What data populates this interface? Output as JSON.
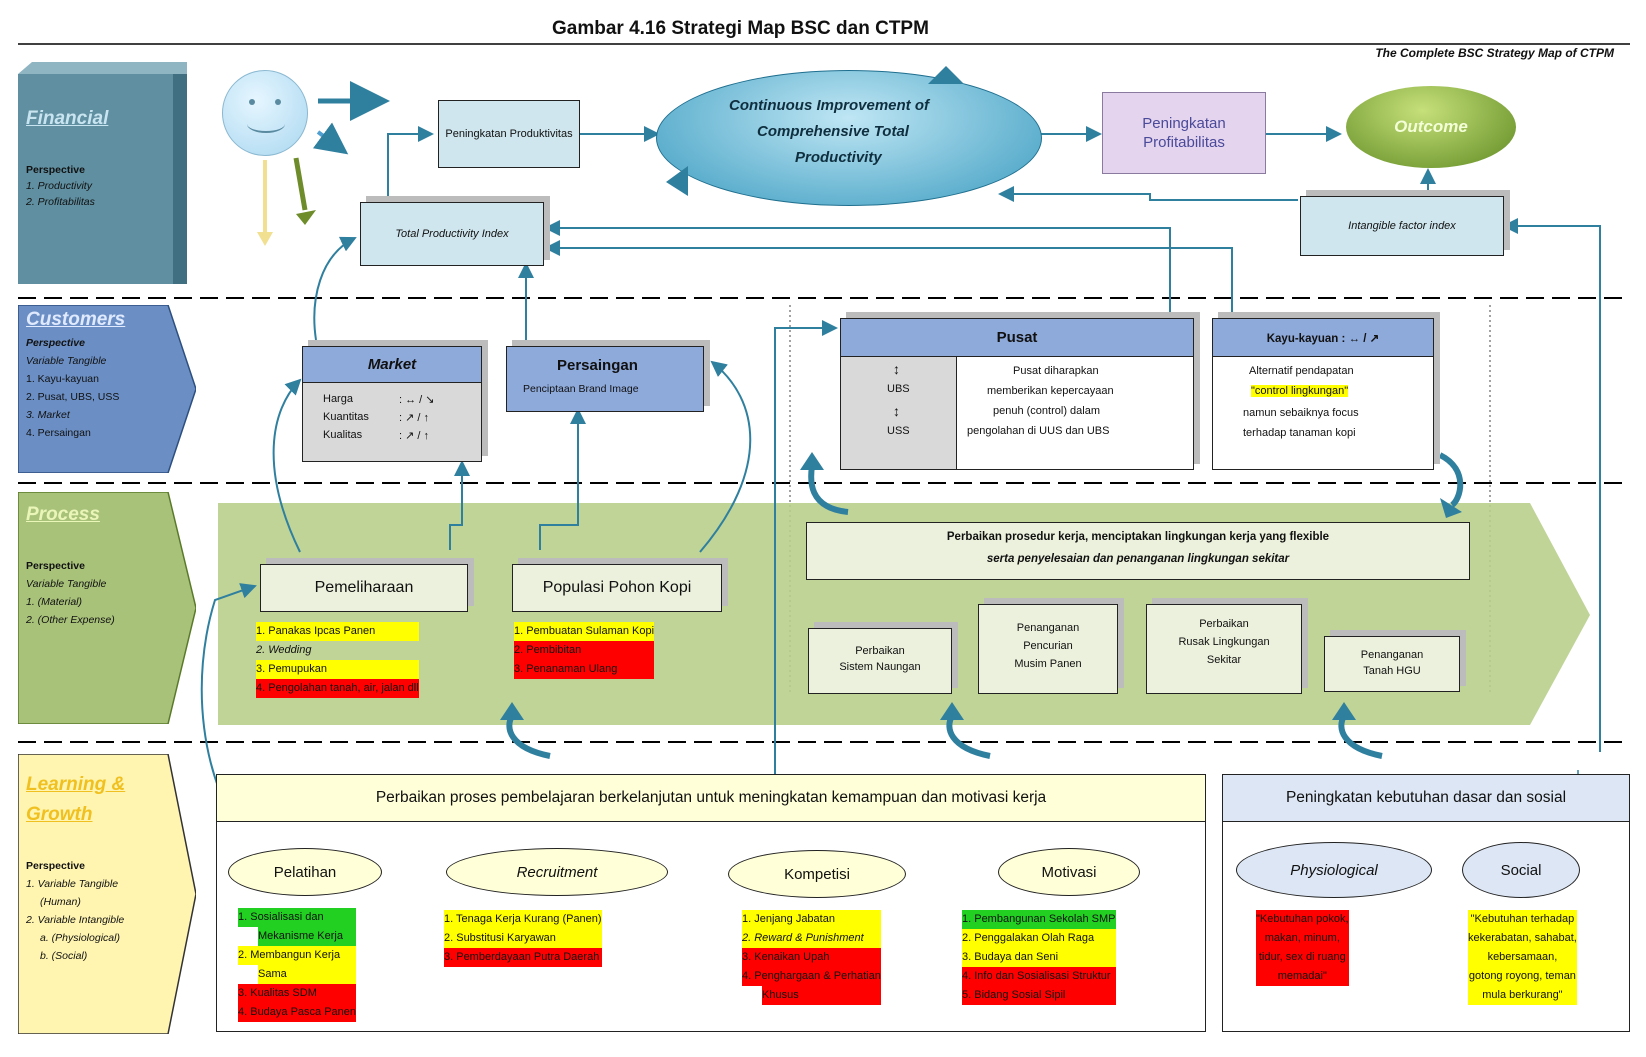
{
  "title": "Gambar 4.16 Strategi Map BSC dan CTPM",
  "subtitle": "The Complete BSC Strategy Map of CTPM",
  "colors": {
    "financial": "#5f8fa0",
    "customers": "#6b8fc4",
    "process": "#a8c27a",
    "learning": "#fff5b0",
    "box_blue": "#cfe6ee",
    "header_blue": "#8eaadb"
  },
  "perspectives": {
    "financial": {
      "heading": "Financial",
      "label": "Perspective",
      "items": [
        "1. Productivity",
        "2. Profitabilitas"
      ]
    },
    "customers": {
      "heading": "Customers",
      "label": "Perspective",
      "sub": "Variable Tangible",
      "items": [
        "1. Kayu-kayuan",
        "2. Pusat, UBS, USS",
        "3. Market",
        "4. Persaingan"
      ]
    },
    "process": {
      "heading": "Process",
      "label": "Perspective",
      "sub": "Variable Tangible",
      "items": [
        "1. (Material)",
        "2. (Other Expense)"
      ]
    },
    "learning": {
      "heading_1": "Learning &",
      "heading_2": "Growth",
      "label": "Perspective",
      "items": [
        "1. Variable Tangible",
        "(Human)",
        "2. Variable Intangible",
        "a. (Physiological)",
        "b. (Social)"
      ]
    }
  },
  "financial": {
    "produktivitas": "Peningkatan Produktivitas",
    "ctp": [
      "Continuous Improvement of",
      "Comprehensive Total",
      "Productivity"
    ],
    "profitabilitas": "Peningkatan Profitabilitas",
    "outcome": "Outcome",
    "tpi": "Total Productivity Index",
    "intangible": "Intangible factor index"
  },
  "customers": {
    "market": {
      "title": "Market",
      "rows": [
        [
          "Harga",
          ": ↔ / ↘"
        ],
        [
          "Kuantitas",
          ": ↗ / ↑"
        ],
        [
          "Kualitas",
          ": ↗ / ↑"
        ]
      ]
    },
    "persaingan": {
      "title": "Persaingan",
      "sub": "Penciptaan Brand Image"
    },
    "pusat": {
      "title": "Pusat",
      "left": [
        "↕",
        "UBS",
        "↕",
        "USS"
      ],
      "text": [
        "Pusat diharapkan",
        "memberikan kepercayaan",
        "penuh (control) dalam",
        "pengolahan di UUS dan UBS"
      ]
    },
    "kayu": {
      "title": "Kayu-kayuan : ↔ / ↗",
      "text": [
        "Alternatif pendapatan",
        "\"control lingkungan\"",
        "namun sebaiknya focus",
        "terhadap tanaman kopi"
      ]
    }
  },
  "process": {
    "pemeliharaan": {
      "title": "Pemeliharaan",
      "items": [
        "1. Panakas Ipcas Panen",
        "2. Wedding",
        "3. Pemupukan",
        "4. Pengolahan tanah, air, jalan dll"
      ]
    },
    "populasi": {
      "title": "Populasi Pohon Kopi",
      "items": [
        "1. Pembuatan Sulaman Kopi",
        "2. Pembibitan",
        "3. Penanaman Ulang"
      ]
    },
    "perbaikan_prosedur": [
      "Perbaikan prosedur kerja, menciptakan lingkungan kerja yang flexible",
      "serta penyelesaian dan penanganan lingkungan sekitar"
    ],
    "boxes": [
      [
        "Perbaikan",
        "Sistem Naungan"
      ],
      [
        "Penanganan",
        "Pencurian",
        "Musim Panen"
      ],
      [
        "Perbaikan",
        "Rusak Lingkungan",
        "Sekitar"
      ],
      [
        "Penanganan",
        "Tanah HGU"
      ]
    ]
  },
  "learning": {
    "header_left": "Perbaikan proses pembelajaran berkelanjutan untuk meningkatan kemampuan dan motivasi kerja",
    "header_right": "Peningkatan kebutuhan dasar dan sosial",
    "pelatihan": {
      "title": "Pelatihan",
      "items": [
        "1. Sosialisasi dan",
        "Mekanisme Kerja",
        "2. Membangun Kerja",
        "Sama",
        "3. Kualitas SDM",
        "4. Budaya Pasca Panen"
      ]
    },
    "recruitment": {
      "title": "Recruitment",
      "items": [
        "1. Tenaga Kerja Kurang (Panen)",
        "2. Substitusi Karyawan",
        "3. Pemberdayaan Putra Daerah"
      ]
    },
    "kompetisi": {
      "title": "Kompetisi",
      "items": [
        "1. Jenjang Jabatan",
        "2. Reward & Punishment",
        "3. Kenaikan Upah",
        "4. Penghargaan & Perhatian",
        "Khusus"
      ]
    },
    "motivasi": {
      "title": "Motivasi",
      "items": [
        "1. Pembangunan Sekolah SMP",
        "2. Penggalakan Olah Raga",
        "3. Budaya dan Seni",
        "4. Info dan Sosialisasi Struktur",
        "5. Bidang Sosial Sipil"
      ]
    },
    "physiological": {
      "title": "Physiological",
      "text": [
        "\"Kebutuhan pokok,",
        "makan, minum,",
        "tidur, sex di ruang",
        "memadai\""
      ]
    },
    "social": {
      "title": "Social",
      "text": [
        "\"Kebutuhan terhadap",
        "kekerabatan, sahabat,",
        "kebersamaan,",
        "gotong royong, teman",
        "mula berkurang\""
      ]
    }
  }
}
